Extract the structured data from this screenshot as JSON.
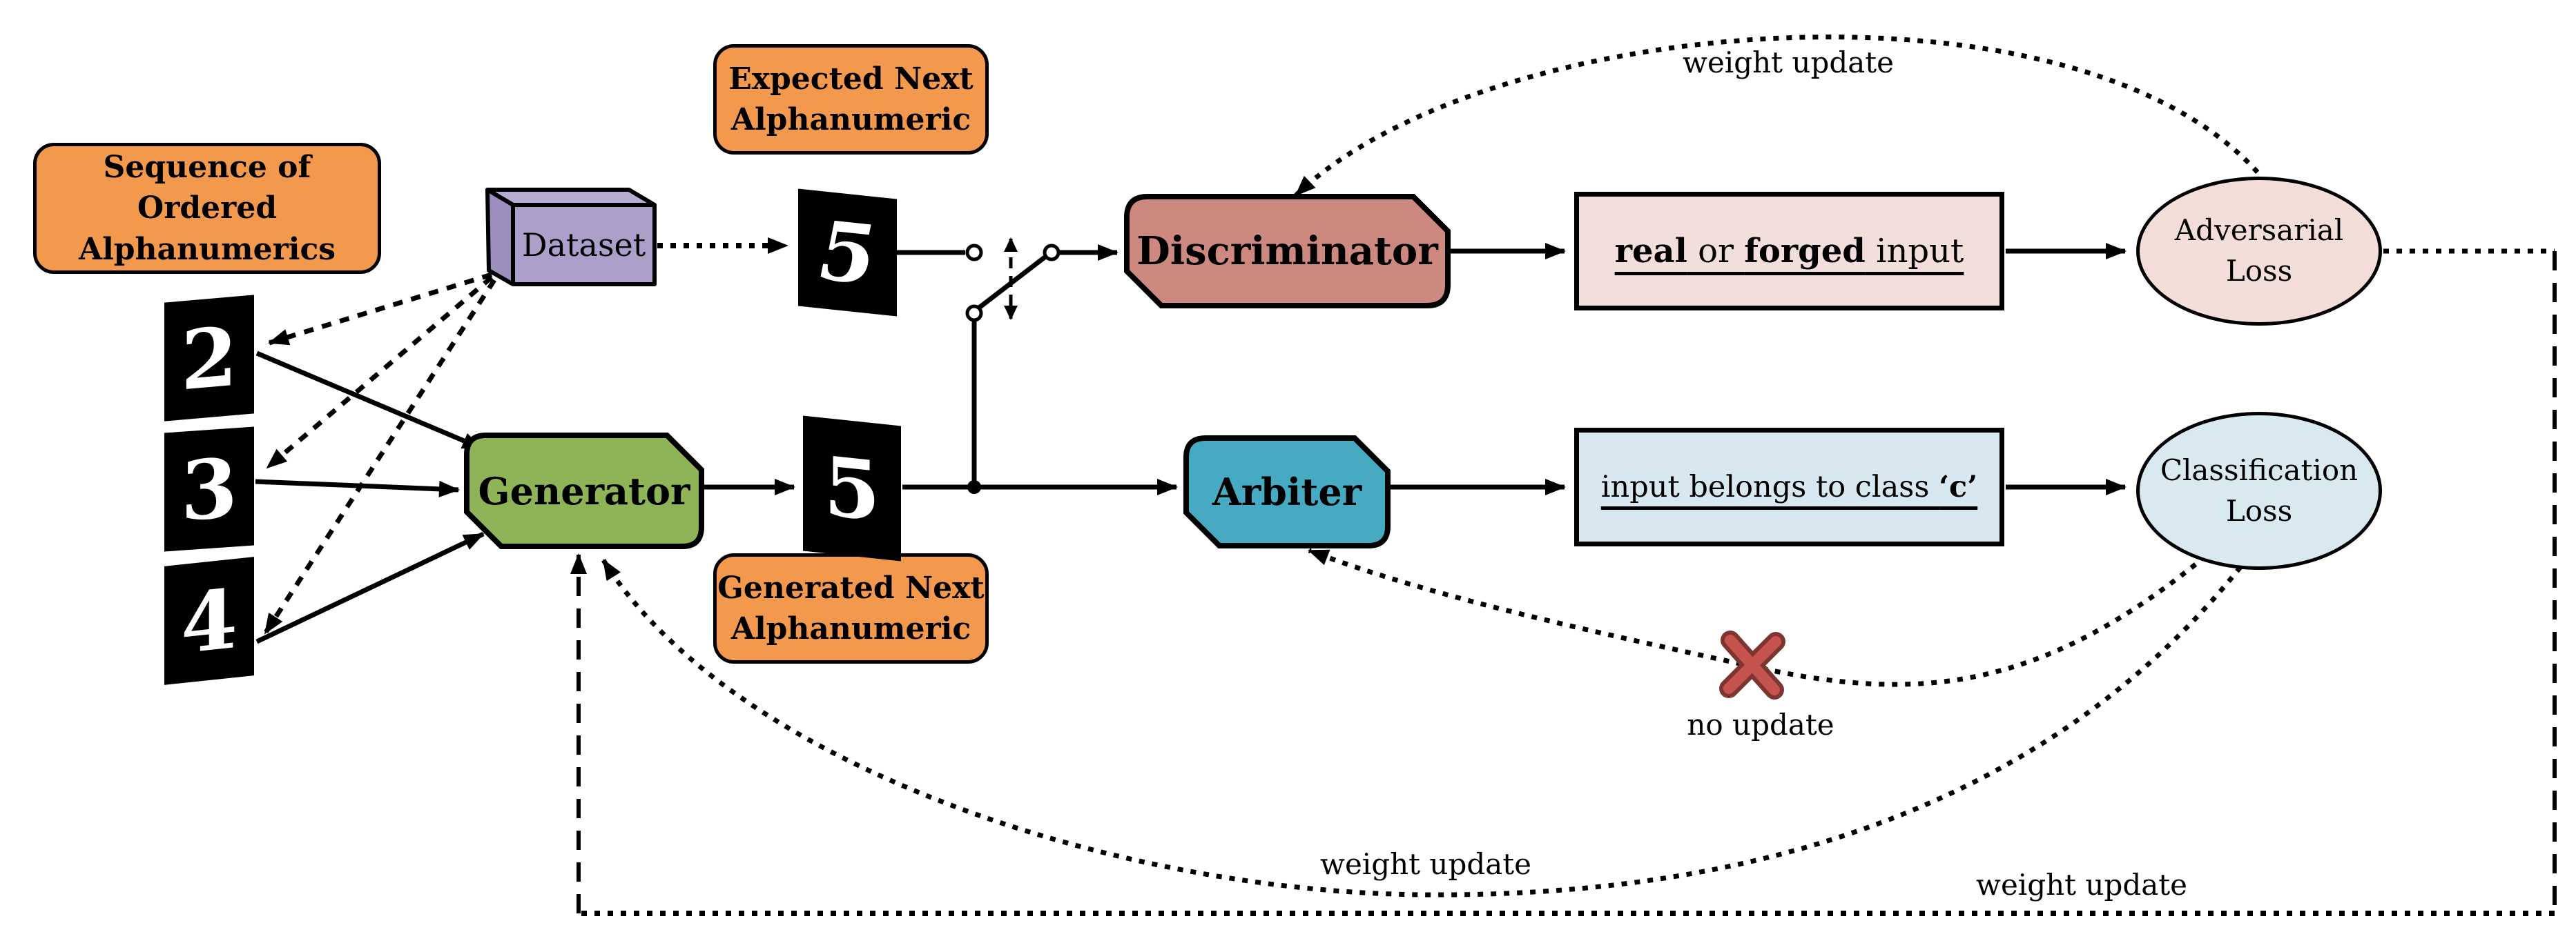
{
  "nodes": {
    "sequence_label": "Sequence of Ordered\nAlphanumerics",
    "expected_label": "Expected Next\nAlphanumeric",
    "generated_label": "Generated Next\nAlphanumeric",
    "dataset": "Dataset",
    "generator": "Generator",
    "discriminator": "Discriminator",
    "arbiter": "Arbiter",
    "adversarial_loss": "Adversarial\nLoss",
    "classification_loss": "Classification\nLoss"
  },
  "outputs": {
    "discriminator_output": {
      "word_real": "real",
      "word_or": " or ",
      "word_forged": "forged",
      "word_input": " input"
    },
    "arbiter_output": {
      "prefix": "input belongs to class ",
      "class_token": "‘c’"
    }
  },
  "edge_labels": {
    "weight_update_top": "weight update",
    "weight_update_bottom_left": "weight update",
    "weight_update_bottom_right": "weight update",
    "no_update": "no update"
  },
  "digits": {
    "sequence": [
      "2",
      "3",
      "4"
    ],
    "expected_next": "5",
    "generated_next": "5"
  },
  "colors": {
    "label_box_orange": "#F2994E",
    "dataset_front": "#AC9FC9",
    "dataset_top": "#B7ACD3",
    "dataset_side": "#9C8FBE",
    "generator_green": "#8FB457",
    "discriminator_red": "#CD8980",
    "arbiter_teal": "#45AAC2",
    "adversarial_output_fill": "#F2DEDA",
    "classification_output_fill": "#D8E8F0",
    "adversarial_loss_fill": "#F3DDD9",
    "classification_loss_fill": "#D9E9F0",
    "no_update_cross": "#C5534E",
    "no_update_cross_edge": "#7E342F",
    "digit_tile_bg": "#000000",
    "digit_color": "#FFFFFF",
    "line_color": "#000000",
    "switch_contact_fill": "#FFFFFF"
  }
}
